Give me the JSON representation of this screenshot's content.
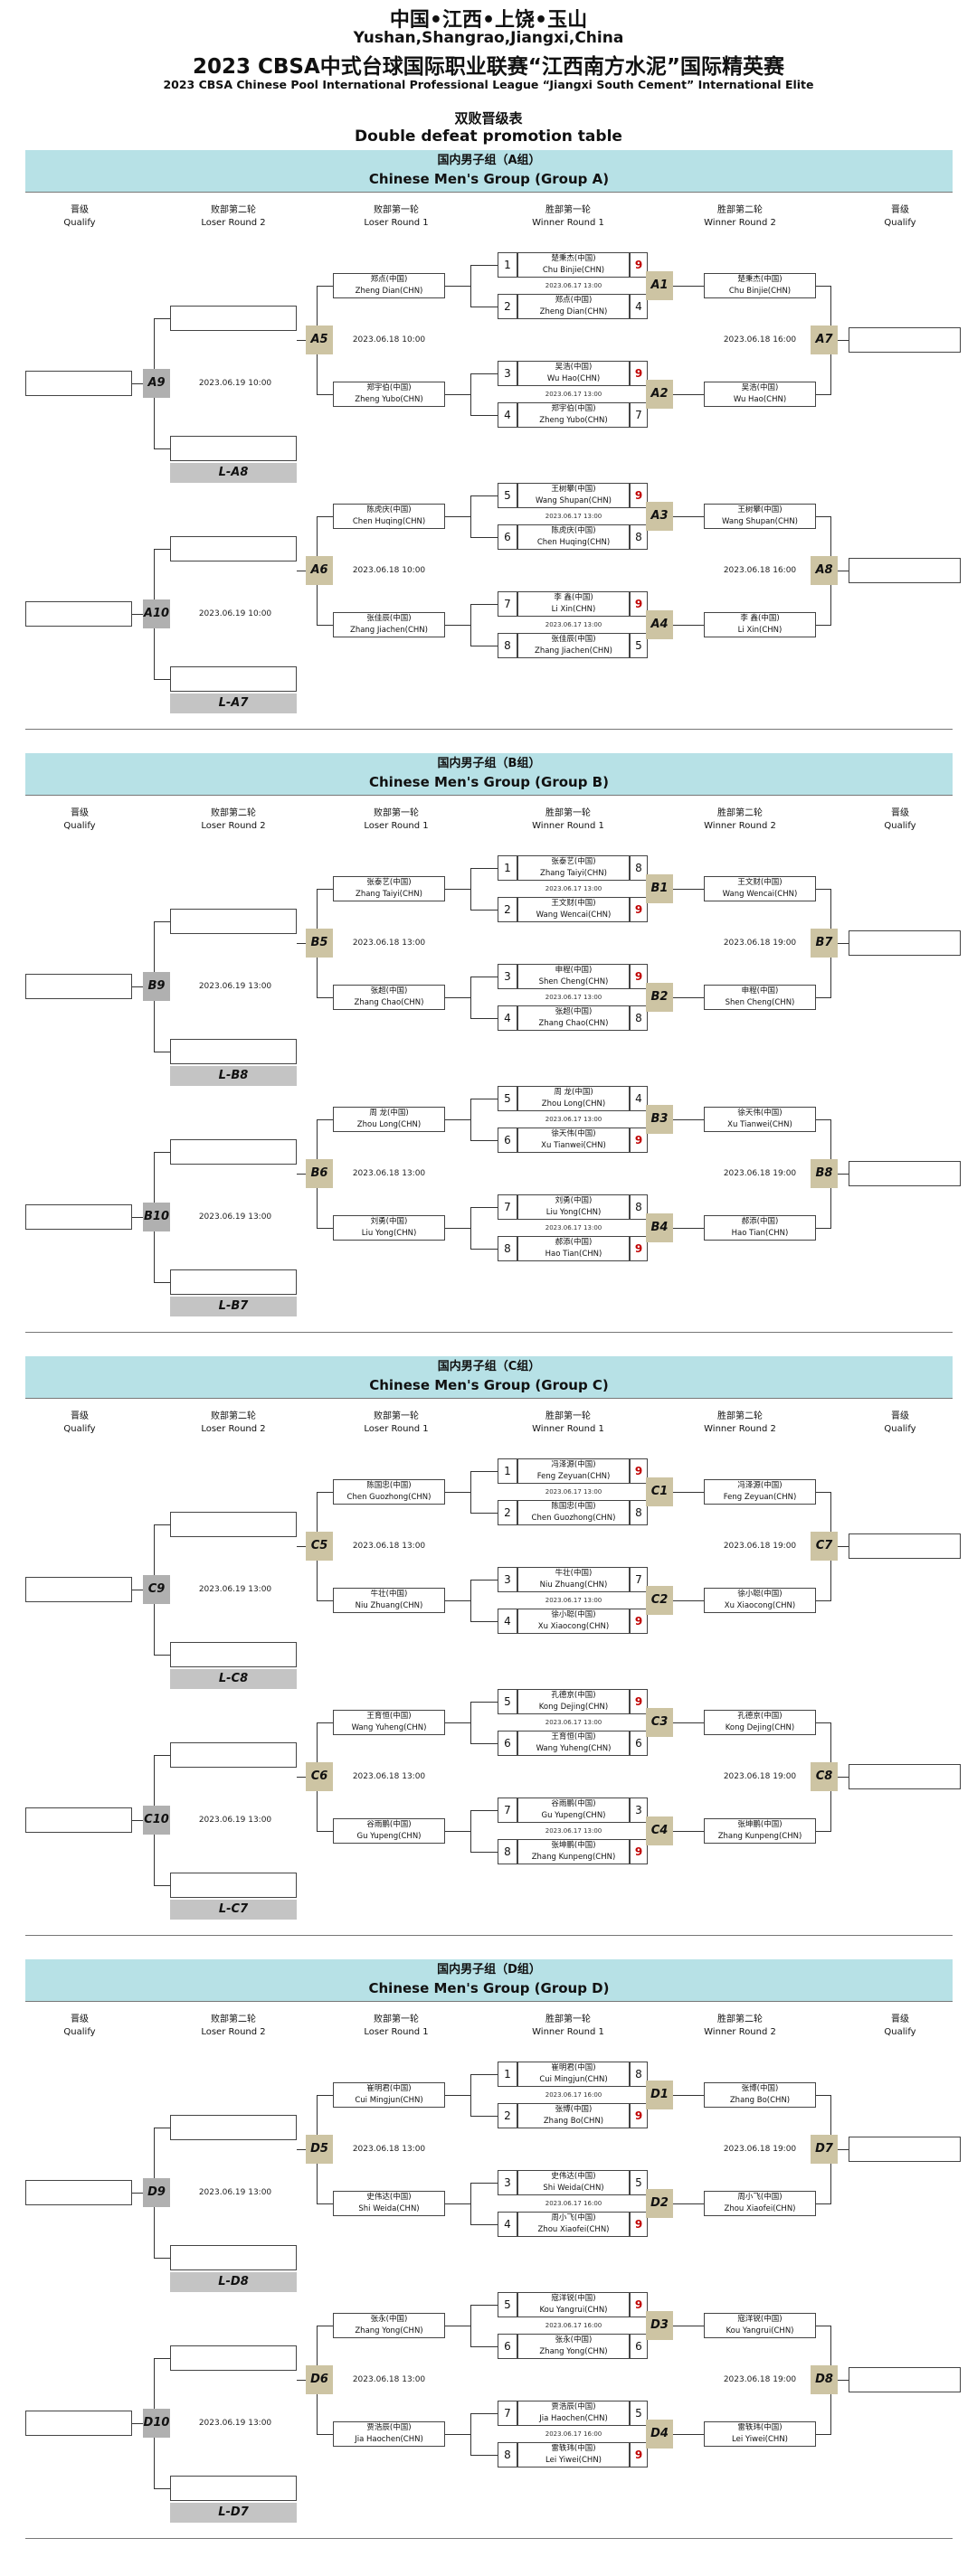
{
  "header": {
    "line1": "中国•江西•上饶•玉山",
    "line2": "Yushan,Shangrao,Jiangxi,China",
    "line3": "2023 CBSA中式台球国际职业联赛“江西南方水泥”国际精英赛",
    "line4": "2023 CBSA Chinese Pool International Professional League “Jiangxi South Cement” International Elite",
    "line5": "双败晋级表",
    "line6": "Double defeat promotion table"
  },
  "columns": {
    "qualify": [
      "晋级",
      "Qualify"
    ],
    "loser2": [
      "败部第二轮",
      "Loser Round 2"
    ],
    "loser1": [
      "败部第一轮",
      "Loser Round 1"
    ],
    "winner1": [
      "胜部第一轮",
      "Winner Round 1"
    ],
    "winner2": [
      "胜部第二轮",
      "Winner Round 2"
    ]
  },
  "groups": [
    {
      "title_cn": "国内男子组（A组）",
      "title_en": "Chinese Men's Group  (Group A)",
      "halves": [
        {
          "matches": [
            {
              "p1": {
                "cn": "楚秉杰(中国)",
                "en": "Chu Binjie(CHN)",
                "score": "9"
              },
              "p2": {
                "cn": "郑点(中国)",
                "en": "Zheng Dian(CHN)",
                "score": "4"
              },
              "time": "2023.06.17 13:00",
              "tag": "A1"
            },
            {
              "p1": {
                "cn": "吴浩(中国)",
                "en": "Wu Hao(CHN)",
                "score": "9"
              },
              "p2": {
                "cn": "郑宇伯(中国)",
                "en": "Zheng Yubo(CHN)",
                "score": "7"
              },
              "time": "2023.06.17 13:00",
              "tag": "A2"
            }
          ],
          "w2": {
            "p1": {
              "cn": "楚秉杰(中国)",
              "en": "Chu Binjie(CHN)"
            },
            "p2": {
              "cn": "吴浩(中国)",
              "en": "Wu Hao(CHN)"
            },
            "time": "2023.06.18 16:00",
            "tag": "A7"
          },
          "l1": {
            "p1": {
              "cn": "郑点(中国)",
              "en": "Zheng Dian(CHN)"
            },
            "p2": {
              "cn": "郑宇伯(中国)",
              "en": "Zheng Yubo(CHN)"
            },
            "time": "2023.06.18 10:00",
            "tag": "A5"
          },
          "l2": {
            "time": "2023.06.19 10:00",
            "tag": "A9",
            "ltag": "L-A8"
          }
        },
        {
          "matches": [
            {
              "p1": {
                "cn": "王树攀(中国)",
                "en": "Wang Shupan(CHN)",
                "score": "9"
              },
              "p2": {
                "cn": "陈虎庆(中国)",
                "en": "Chen Huqing(CHN)",
                "score": "8"
              },
              "time": "2023.06.17 13:00",
              "tag": "A3"
            },
            {
              "p1": {
                "cn": "李  鑫(中国)",
                "en": "Li Xin(CHN)",
                "score": "9"
              },
              "p2": {
                "cn": "张佳辰(中国)",
                "en": "Zhang Jiachen(CHN)",
                "score": "5"
              },
              "time": "2023.06.17 13:00",
              "tag": "A4"
            }
          ],
          "w2": {
            "p1": {
              "cn": "王树攀(中国)",
              "en": "Wang Shupan(CHN)"
            },
            "p2": {
              "cn": "李  鑫(中国)",
              "en": "Li Xin(CHN)"
            },
            "time": "2023.06.18 16:00",
            "tag": "A8"
          },
          "l1": {
            "p1": {
              "cn": "陈虎庆(中国)",
              "en": "Chen Huqing(CHN)"
            },
            "p2": {
              "cn": "张佳辰(中国)",
              "en": "Zhang Jiachen(CHN)"
            },
            "time": "2023.06.18 10:00",
            "tag": "A6"
          },
          "l2": {
            "time": "2023.06.19 10:00",
            "tag": "A10",
            "ltag": "L-A7"
          }
        }
      ]
    },
    {
      "title_cn": "国内男子组（B组）",
      "title_en": "Chinese Men's Group  (Group B)",
      "halves": [
        {
          "matches": [
            {
              "p1": {
                "cn": "张泰艺(中国)",
                "en": "Zhang Taiyi(CHN)",
                "score": "8"
              },
              "p2": {
                "cn": "王文财(中国)",
                "en": "Wang Wencai(CHN)",
                "score": "9"
              },
              "time": "2023.06.17 13:00",
              "tag": "B1"
            },
            {
              "p1": {
                "cn": "申程(中国)",
                "en": "Shen Cheng(CHN)",
                "score": "9"
              },
              "p2": {
                "cn": "张超(中国)",
                "en": "Zhang Chao(CHN)",
                "score": "8"
              },
              "time": "2023.06.17 13:00",
              "tag": "B2"
            }
          ],
          "w2": {
            "p1": {
              "cn": "王文财(中国)",
              "en": "Wang Wencai(CHN)"
            },
            "p2": {
              "cn": "申程(中国)",
              "en": "Shen Cheng(CHN)"
            },
            "time": "2023.06.18 19:00",
            "tag": "B7"
          },
          "l1": {
            "p1": {
              "cn": "张泰艺(中国)",
              "en": "Zhang Taiyi(CHN)"
            },
            "p2": {
              "cn": "张超(中国)",
              "en": "Zhang Chao(CHN)"
            },
            "time": "2023.06.18 13:00",
            "tag": "B5"
          },
          "l2": {
            "time": "2023.06.19 13:00",
            "tag": "B9",
            "ltag": "L-B8"
          }
        },
        {
          "matches": [
            {
              "p1": {
                "cn": "周  龙(中国)",
                "en": "Zhou Long(CHN)",
                "score": "4"
              },
              "p2": {
                "cn": "徐天伟(中国)",
                "en": "Xu Tianwei(CHN)",
                "score": "9"
              },
              "time": "2023.06.17 13:00",
              "tag": "B3"
            },
            {
              "p1": {
                "cn": "刘勇(中国)",
                "en": "Liu Yong(CHN)",
                "score": "8"
              },
              "p2": {
                "cn": "郝添(中国)",
                "en": "Hao Tian(CHN)",
                "score": "9"
              },
              "time": "2023.06.17 13:00",
              "tag": "B4"
            }
          ],
          "w2": {
            "p1": {
              "cn": "徐天伟(中国)",
              "en": "Xu Tianwei(CHN)"
            },
            "p2": {
              "cn": "郝添(中国)",
              "en": "Hao Tian(CHN)"
            },
            "time": "2023.06.18 19:00",
            "tag": "B8"
          },
          "l1": {
            "p1": {
              "cn": "周  龙(中国)",
              "en": "Zhou Long(CHN)"
            },
            "p2": {
              "cn": "刘勇(中国)",
              "en": "Liu Yong(CHN)"
            },
            "time": "2023.06.18 13:00",
            "tag": "B6"
          },
          "l2": {
            "time": "2023.06.19 13:00",
            "tag": "B10",
            "ltag": "L-B7"
          }
        }
      ]
    },
    {
      "title_cn": "国内男子组（C组）",
      "title_en": "Chinese Men's Group  (Group C)",
      "halves": [
        {
          "matches": [
            {
              "p1": {
                "cn": "冯泽源(中国)",
                "en": "Feng Zeyuan(CHN)",
                "score": "9"
              },
              "p2": {
                "cn": "陈国忠(中国)",
                "en": "Chen Guozhong(CHN)",
                "score": "8"
              },
              "time": "2023.06.17 13:00",
              "tag": "C1"
            },
            {
              "p1": {
                "cn": "牛壮(中国)",
                "en": "Niu Zhuang(CHN)",
                "score": "7"
              },
              "p2": {
                "cn": "徐小聪(中国)",
                "en": "Xu Xiaocong(CHN)",
                "score": "9"
              },
              "time": "2023.06.17 13:00",
              "tag": "C2"
            }
          ],
          "w2": {
            "p1": {
              "cn": "冯泽源(中国)",
              "en": "Feng Zeyuan(CHN)"
            },
            "p2": {
              "cn": "徐小聪(中国)",
              "en": "Xu Xiaocong(CHN)"
            },
            "time": "2023.06.18 19:00",
            "tag": "C7"
          },
          "l1": {
            "p1": {
              "cn": "陈国忠(中国)",
              "en": "Chen Guozhong(CHN)"
            },
            "p2": {
              "cn": "牛壮(中国)",
              "en": "Niu Zhuang(CHN)"
            },
            "time": "2023.06.18 13:00",
            "tag": "C5"
          },
          "l2": {
            "time": "2023.06.19 13:00",
            "tag": "C9",
            "ltag": "L-C8"
          }
        },
        {
          "matches": [
            {
              "p1": {
                "cn": "孔德京(中国)",
                "en": "Kong Dejing(CHN)",
                "score": "9"
              },
              "p2": {
                "cn": "王育恒(中国)",
                "en": "Wang Yuheng(CHN)",
                "score": "6"
              },
              "time": "2023.06.17 13:00",
              "tag": "C3"
            },
            {
              "p1": {
                "cn": "谷雨鹏(中国)",
                "en": "Gu Yupeng(CHN)",
                "score": "3"
              },
              "p2": {
                "cn": "张坤鹏(中国)",
                "en": "Zhang Kunpeng(CHN)",
                "score": "9"
              },
              "time": "2023.06.17 13:00",
              "tag": "C4"
            }
          ],
          "w2": {
            "p1": {
              "cn": "孔德京(中国)",
              "en": "Kong Dejing(CHN)"
            },
            "p2": {
              "cn": "张坤鹏(中国)",
              "en": "Zhang Kunpeng(CHN)"
            },
            "time": "2023.06.18 19:00",
            "tag": "C8"
          },
          "l1": {
            "p1": {
              "cn": "王育恒(中国)",
              "en": "Wang Yuheng(CHN)"
            },
            "p2": {
              "cn": "谷雨鹏(中国)",
              "en": "Gu Yupeng(CHN)"
            },
            "time": "2023.06.18 13:00",
            "tag": "C6"
          },
          "l2": {
            "time": "2023.06.19 13:00",
            "tag": "C10",
            "ltag": "L-C7"
          }
        }
      ]
    },
    {
      "title_cn": "国内男子组（D组）",
      "title_en": "Chinese Men's Group  (Group D)",
      "halves": [
        {
          "matches": [
            {
              "p1": {
                "cn": "崔明君(中国)",
                "en": "Cui Mingjun(CHN)",
                "score": "8"
              },
              "p2": {
                "cn": "张博(中国)",
                "en": "Zhang Bo(CHN)",
                "score": "9"
              },
              "time": "2023.06.17 16:00",
              "tag": "D1"
            },
            {
              "p1": {
                "cn": "史伟达(中国)",
                "en": "Shi Weida(CHN)",
                "score": "5"
              },
              "p2": {
                "cn": "周小飞(中国)",
                "en": "Zhou Xiaofei(CHN)",
                "score": "9"
              },
              "time": "2023.06.17 16:00",
              "tag": "D2"
            }
          ],
          "w2": {
            "p1": {
              "cn": "张博(中国)",
              "en": "Zhang Bo(CHN)"
            },
            "p2": {
              "cn": "周小飞(中国)",
              "en": "Zhou Xiaofei(CHN)"
            },
            "time": "2023.06.18 19:00",
            "tag": "D7"
          },
          "l1": {
            "p1": {
              "cn": "崔明君(中国)",
              "en": "Cui Mingjun(CHN)"
            },
            "p2": {
              "cn": "史伟达(中国)",
              "en": "Shi Weida(CHN)"
            },
            "time": "2023.06.18 13:00",
            "tag": "D5"
          },
          "l2": {
            "time": "2023.06.19 13:00",
            "tag": "D9",
            "ltag": "L-D8"
          }
        },
        {
          "matches": [
            {
              "p1": {
                "cn": "寇洋锐(中国)",
                "en": "Kou Yangrui(CHN)",
                "score": "9"
              },
              "p2": {
                "cn": "张永(中国)",
                "en": "Zhang Yong(CHN)",
                "score": "6"
              },
              "time": "2023.06.17 16:00",
              "tag": "D3"
            },
            {
              "p1": {
                "cn": "贾浩辰(中国)",
                "en": "Jia Haochen(CHN)",
                "score": "5"
              },
              "p2": {
                "cn": "雷轶玮(中国)",
                "en": "Lei Yiwei(CHN)",
                "score": "9"
              },
              "time": "2023.06.17 16:00",
              "tag": "D4"
            }
          ],
          "w2": {
            "p1": {
              "cn": "寇洋锐(中国)",
              "en": "Kou Yangrui(CHN)"
            },
            "p2": {
              "cn": "雷轶玮(中国)",
              "en": "Lei Yiwei(CHN)"
            },
            "time": "2023.06.18 19:00",
            "tag": "D8"
          },
          "l1": {
            "p1": {
              "cn": "张永(中国)",
              "en": "Zhang Yong(CHN)"
            },
            "p2": {
              "cn": "贾浩辰(中国)",
              "en": "Jia Haochen(CHN)"
            },
            "time": "2023.06.18 13:00",
            "tag": "D6"
          },
          "l2": {
            "time": "2023.06.19 13:00",
            "tag": "D10",
            "ltag": "L-D7"
          }
        }
      ]
    }
  ]
}
